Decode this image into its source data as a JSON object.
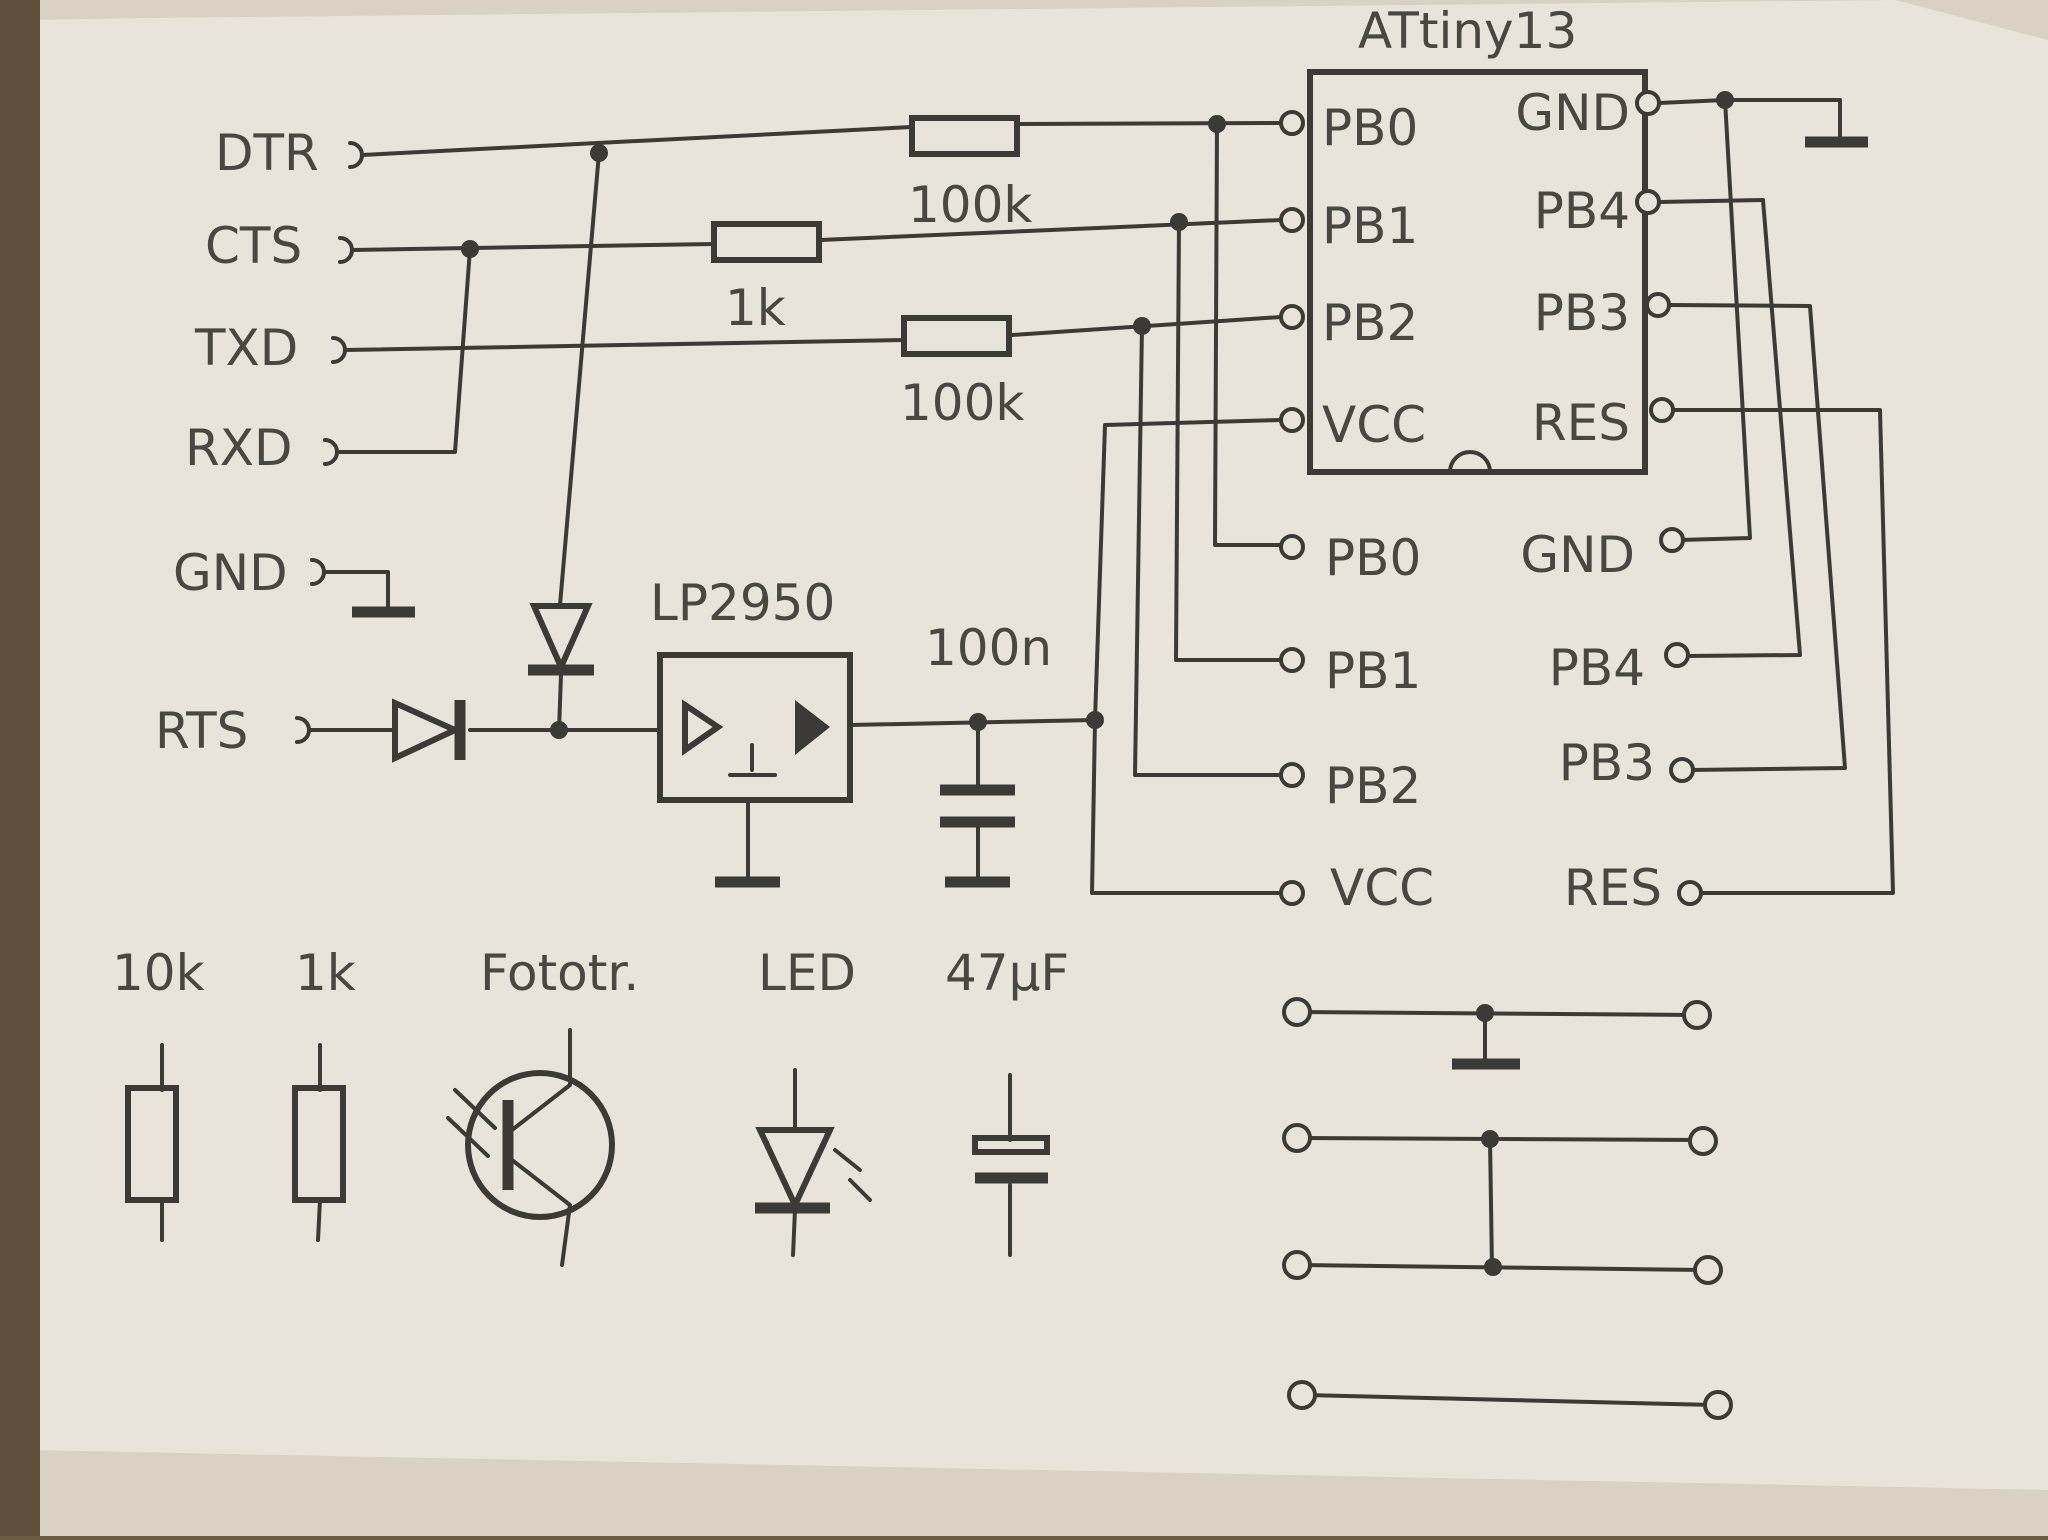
{
  "chip": {
    "title": "ATtiny13",
    "left_pins": [
      "PB0",
      "PB1",
      "PB2",
      "VCC"
    ],
    "right_pins": [
      "GND",
      "PB4",
      "PB3",
      "RES"
    ]
  },
  "connectors": [
    "DTR",
    "CTS",
    "TXD",
    "RXD",
    "GND",
    "RTS"
  ],
  "regulator": "LP2950",
  "values": {
    "r_dtr": "100k",
    "r_cts": "1k",
    "r_txd": "100k",
    "capacitor": "100n"
  },
  "header_pins": {
    "left": [
      "PB0",
      "PB1",
      "PB2",
      "VCC"
    ],
    "right": [
      "GND",
      "PB4",
      "PB3",
      "RES"
    ]
  },
  "legend": {
    "r10k": "10k",
    "r1k": "1k",
    "phototransistor": "Fototr.",
    "led": "LED",
    "cap": "47µF"
  },
  "colors": {
    "paper": "#e9e4da",
    "ink": "#3c3a37",
    "text": "#4a4641",
    "background": "#6b5a44"
  }
}
